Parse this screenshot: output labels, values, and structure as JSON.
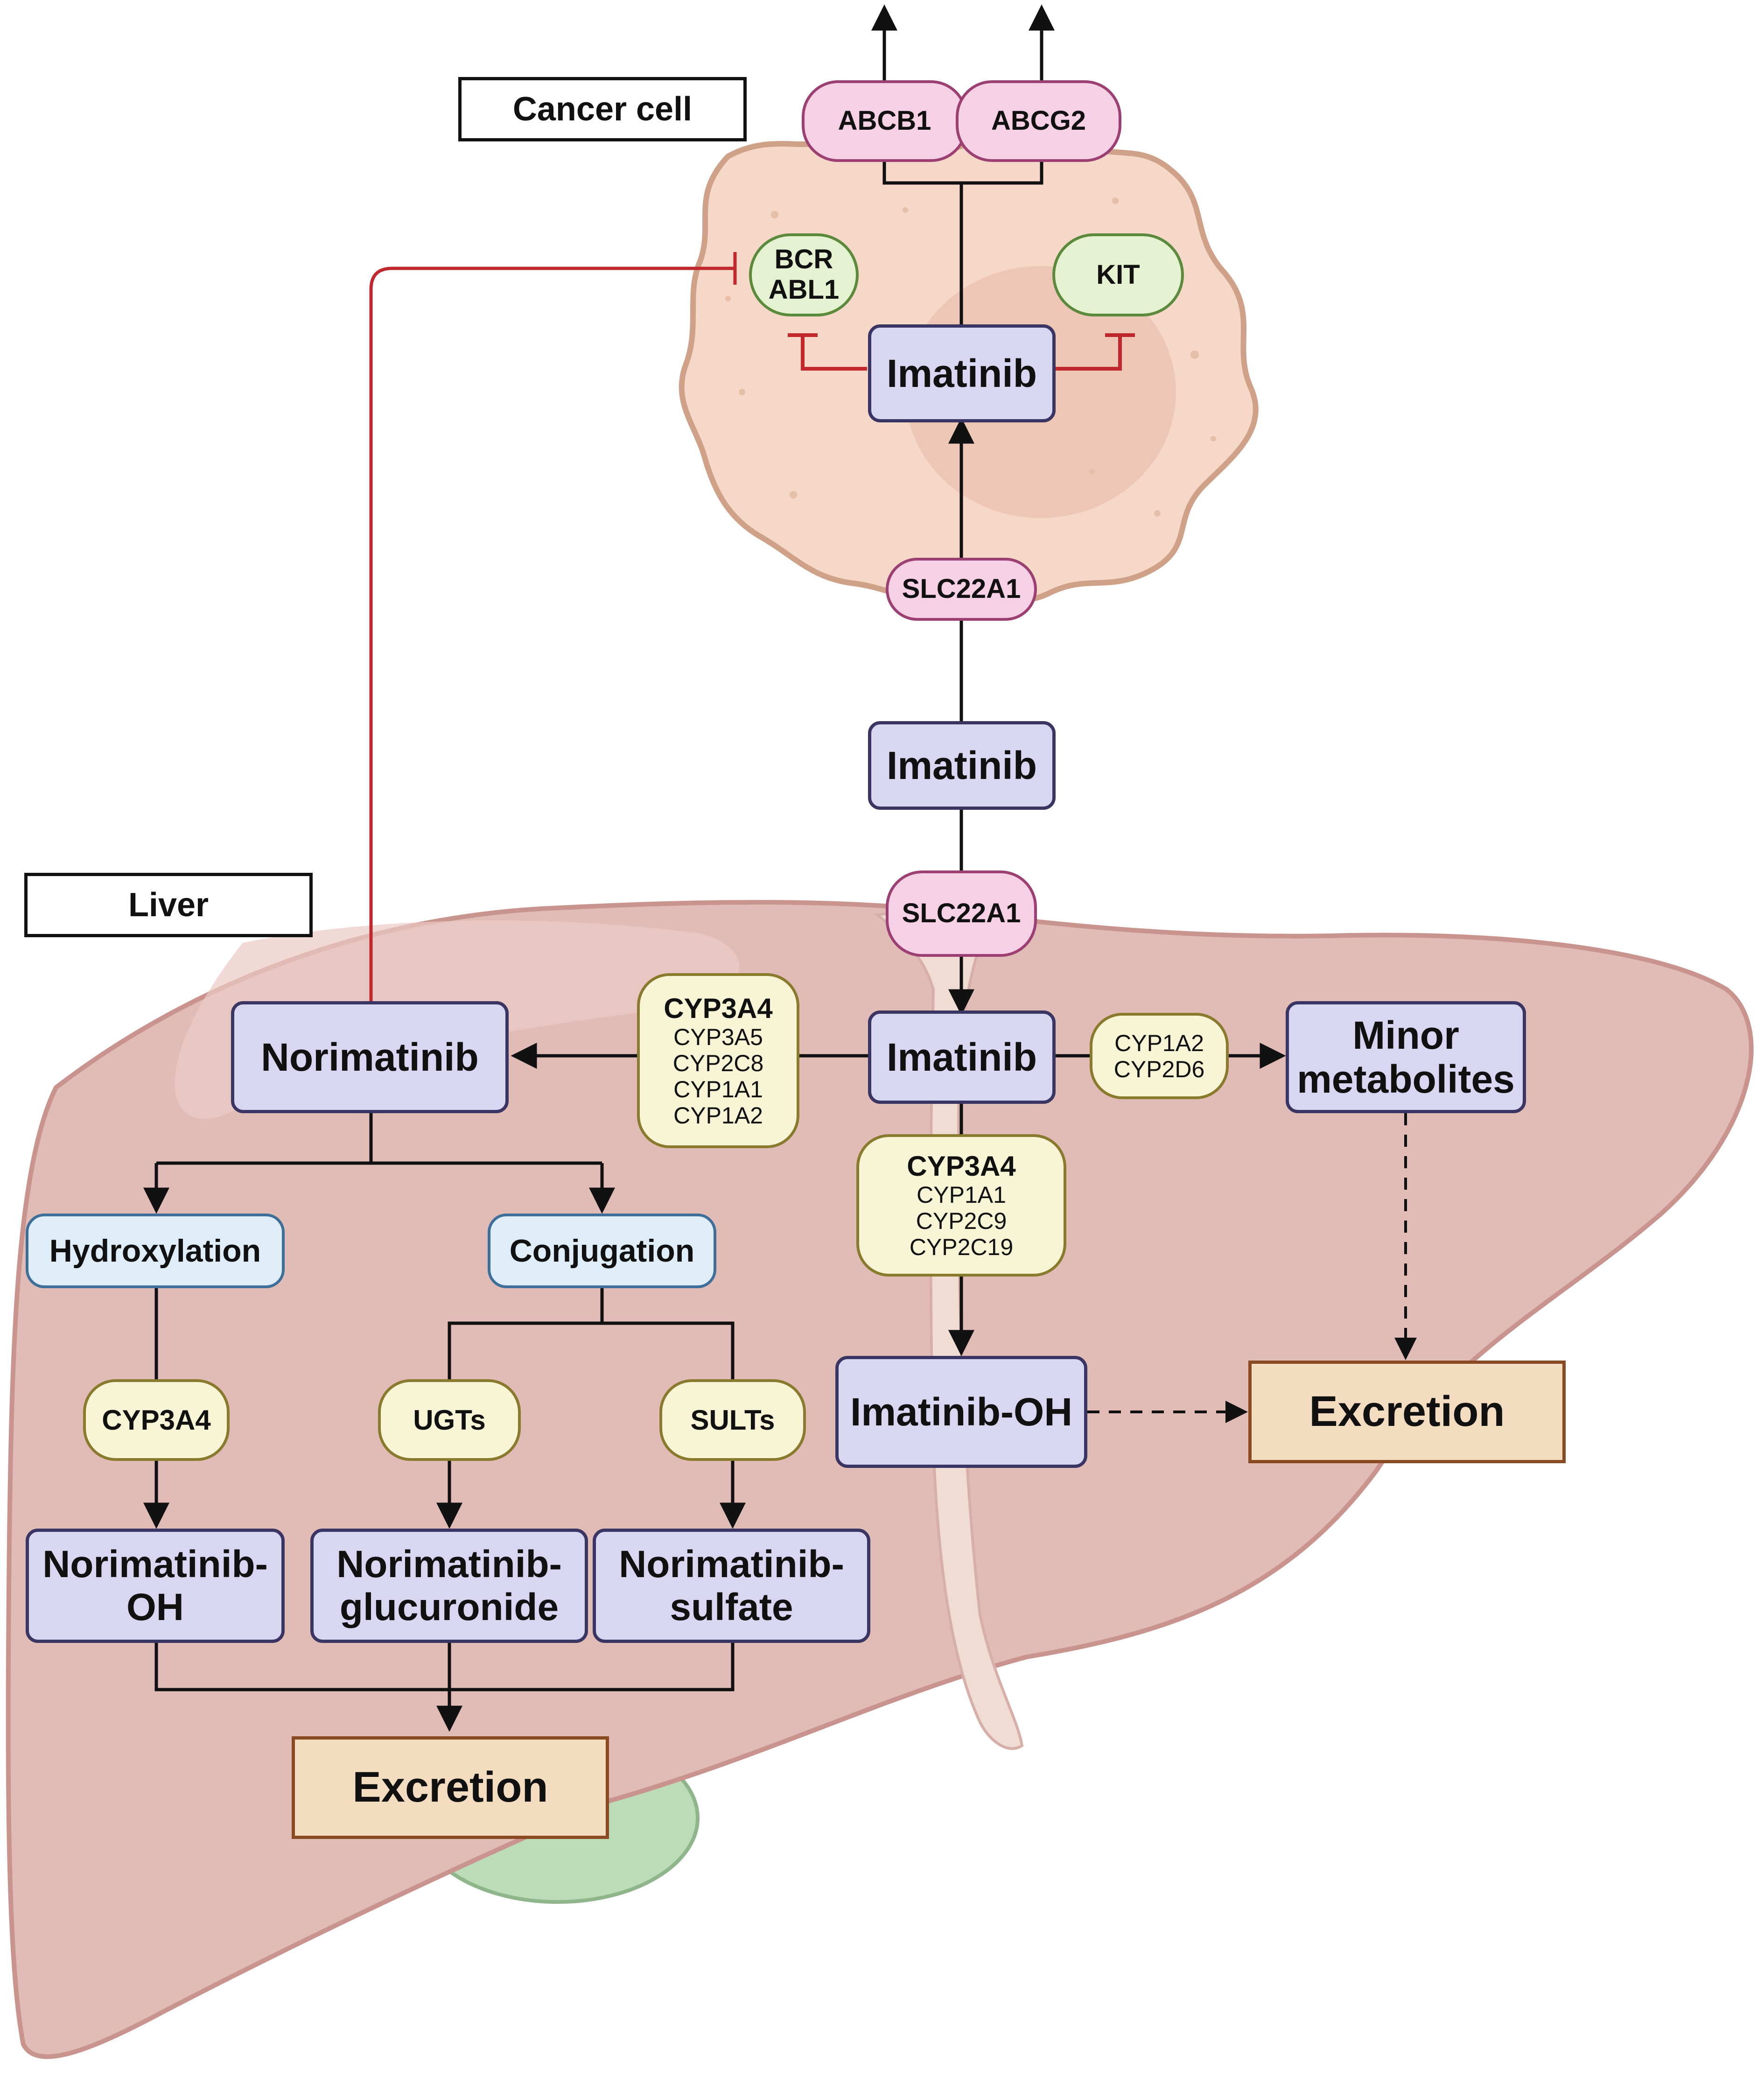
{
  "labels": {
    "cancer_cell": "Cancer cell",
    "liver": "Liver"
  },
  "transporters": {
    "abcb1": "ABCB1",
    "abcg2": "ABCG2",
    "slc22a1_top": "SLC22A1",
    "slc22a1_bottom": "SLC22A1"
  },
  "targets": {
    "bcr_abl1_line1": "BCR",
    "bcr_abl1_line2": "ABL1",
    "kit": "KIT"
  },
  "drugs": {
    "imatinib_cell": "Imatinib",
    "imatinib_blood": "Imatinib",
    "imatinib_liver": "Imatinib",
    "norimatinib": "Norimatinib",
    "minor_line1": "Minor",
    "minor_line2": "metabolites",
    "imatinib_oh": "Imatinib-OH",
    "norimatinib_oh_line1": "Norimatinib-",
    "norimatinib_oh_line2": "OH",
    "norimatinib_gluc_line1": "Norimatinib-",
    "norimatinib_gluc_line2": "glucuronide",
    "norimatinib_sulf_line1": "Norimatinib-",
    "norimatinib_sulf_line2": "sulfate"
  },
  "enzymes": {
    "to_norimatinib": {
      "main": "CYP3A4",
      "others": [
        "CYP3A5",
        "CYP2C8",
        "CYP1A1",
        "CYP1A2"
      ]
    },
    "to_minor": [
      "CYP1A2",
      "CYP2D6"
    ],
    "to_imatinib_oh": {
      "main": "CYP3A4",
      "others": [
        "CYP1A1",
        "CYP2C9",
        "CYP2C19"
      ]
    },
    "hydroxylation": "CYP3A4",
    "ugts": "UGTs",
    "sults": "SULTs"
  },
  "processes": {
    "hydroxylation": "Hydroxylation",
    "conjugation": "Conjugation"
  },
  "excretion": {
    "right": "Excretion",
    "bottom": "Excretion"
  }
}
